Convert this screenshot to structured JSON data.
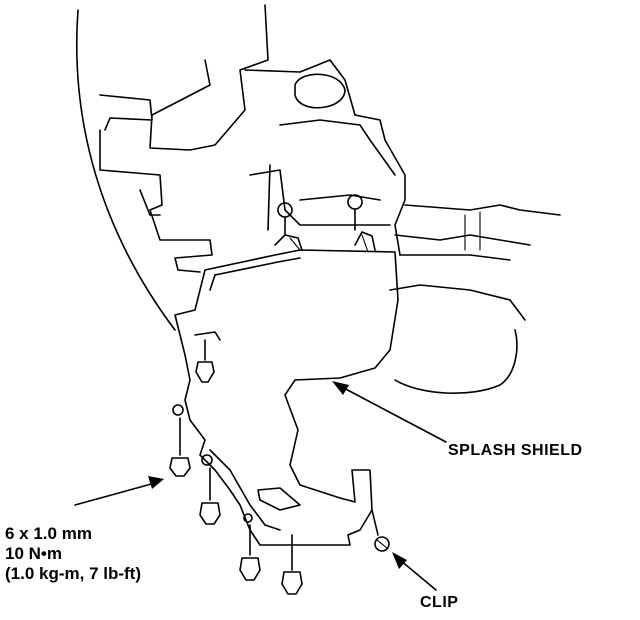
{
  "labels": {
    "splash_shield": "SPLASH SHIELD",
    "clip": "CLIP",
    "bolt_spec": {
      "size": "6 x 1.0 mm",
      "torque_nm": "10 N•m",
      "torque_alt": "(1.0 kg-m, 7 lb-ft)"
    }
  }
}
